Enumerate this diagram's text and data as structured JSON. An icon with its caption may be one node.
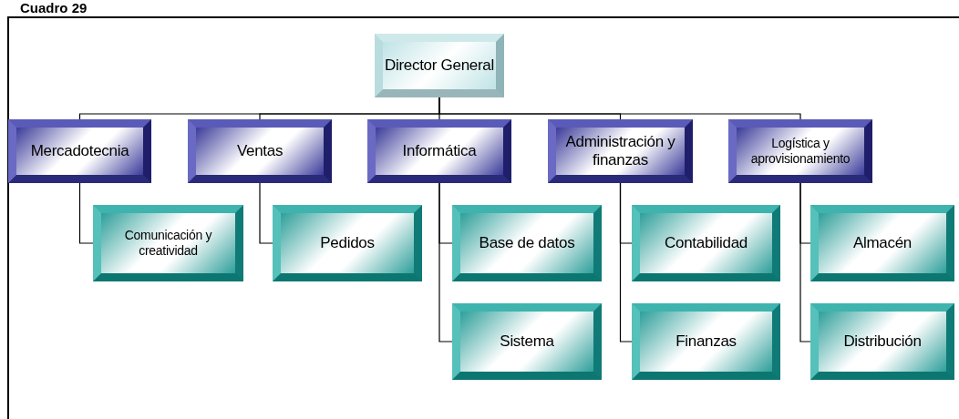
{
  "diagram": {
    "title": "Cuadro 29",
    "nodes": [
      {
        "text": [
          "Director General"
        ]
      },
      {
        "text": [
          "Mercadotecnia"
        ]
      },
      {
        "text": [
          "Ventas"
        ]
      },
      {
        "text": [
          "Informática"
        ]
      },
      {
        "text": [
          "Administración y finanzas"
        ]
      },
      {
        "text": [
          "Logística y aprovisionamiento"
        ]
      },
      {
        "text": [
          "Comunicación y creatividad"
        ]
      },
      {
        "text": [
          "Pedidos"
        ]
      },
      {
        "text": [
          "Base de datos"
        ]
      },
      {
        "text": [
          "Contabilidad"
        ]
      },
      {
        "text": [
          "Almacén"
        ]
      },
      {
        "text": [
          "Sistema"
        ]
      },
      {
        "text": [
          "Finanzas"
        ]
      },
      {
        "text": [
          "Distribución"
        ]
      }
    ],
    "edges": [
      {
        "from": 0,
        "to": 1,
        "arrow": "none"
      },
      {
        "from": 0,
        "to": 2,
        "arrow": "none"
      },
      {
        "from": 0,
        "to": 3,
        "arrow": "none"
      },
      {
        "from": 0,
        "to": 4,
        "arrow": "none"
      },
      {
        "from": 0,
        "to": 5,
        "arrow": "none"
      },
      {
        "from": 1,
        "to": 6,
        "arrow": "none"
      },
      {
        "from": 2,
        "to": 7,
        "arrow": "none"
      },
      {
        "from": 3,
        "to": 8,
        "arrow": "none"
      },
      {
        "from": 3,
        "to": 11,
        "arrow": "none"
      },
      {
        "from": 4,
        "to": 9,
        "arrow": "none"
      },
      {
        "from": 4,
        "to": 12,
        "arrow": "none"
      },
      {
        "from": 5,
        "to": 10,
        "arrow": "none"
      },
      {
        "from": 5,
        "to": 13,
        "arrow": "none"
      }
    ]
  }
}
